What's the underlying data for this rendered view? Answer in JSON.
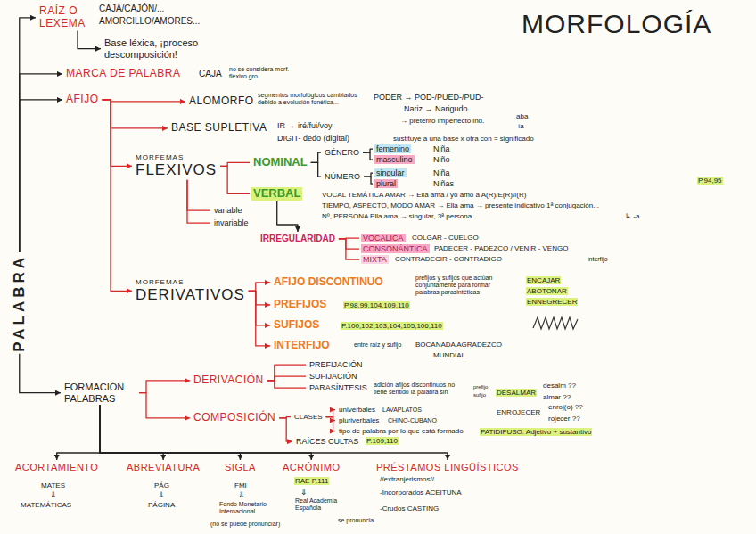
{
  "diagram": {
    "title": "MORFOLOGÍA",
    "nodes": [
      {
        "text": [
          "PALABRA"
        ]
      },
      {
        "text": [
          "RAÍZ O LEXEMA"
        ]
      },
      {
        "text": [
          "Base léxica, ¡proceso descomposición!"
        ]
      },
      {
        "text": [
          "MARCA DE PALABRA"
        ]
      },
      {
        "text": [
          "AFIJO"
        ]
      },
      {
        "text": [
          "ALOMORFO"
        ]
      },
      {
        "text": [
          "BASE SUPLETIVA"
        ]
      },
      {
        "text": [
          "MORFEMAS",
          "FLEXIVOS"
        ]
      },
      {
        "text": [
          "NOMINAL"
        ]
      },
      {
        "text": [
          "GÉNERO"
        ]
      },
      {
        "text": [
          "NÚMERO"
        ]
      },
      {
        "text": [
          "femenino"
        ]
      },
      {
        "text": [
          "masculino"
        ]
      },
      {
        "text": [
          "singular"
        ]
      },
      {
        "text": [
          "plural"
        ]
      },
      {
        "text": [
          "VERBAL"
        ]
      },
      {
        "text": [
          "variable"
        ]
      },
      {
        "text": [
          "invariable"
        ]
      },
      {
        "text": [
          "IRREGULARIDAD"
        ]
      },
      {
        "text": [
          "VOCÁLICA"
        ]
      },
      {
        "text": [
          "CONSONÁNTICA"
        ]
      },
      {
        "text": [
          "MIXTA"
        ]
      },
      {
        "text": [
          "MORFEMAS",
          "DERIVATIVOS"
        ]
      },
      {
        "text": [
          "AFIJO DISCONTINUO"
        ]
      },
      {
        "text": [
          "PREFIJOS"
        ]
      },
      {
        "text": [
          "SUFIJOS"
        ]
      },
      {
        "text": [
          "INTERFIJO"
        ]
      },
      {
        "text": [
          "FORMACIÓN PALABRAS"
        ]
      },
      {
        "text": [
          "DERIVACIÓN"
        ]
      },
      {
        "text": [
          "PREFIJACIÓN"
        ]
      },
      {
        "text": [
          "SUFIJACIÓN"
        ]
      },
      {
        "text": [
          "PARASÍNTESIS"
        ]
      },
      {
        "text": [
          "COMPOSICIÓN"
        ]
      },
      {
        "text": [
          "CLASES"
        ]
      },
      {
        "text": [
          "univerbales"
        ]
      },
      {
        "text": [
          "pluriverbales"
        ]
      },
      {
        "text": [
          "tipo de palabra por lo que está formado"
        ]
      },
      {
        "text": [
          "RAÍCES CULTAS"
        ]
      },
      {
        "text": [
          "ACORTAMIENTO"
        ]
      },
      {
        "text": [
          "ABREVIATURA"
        ]
      },
      {
        "text": [
          "SIGLA"
        ]
      },
      {
        "text": [
          "ACRÓNIMO"
        ]
      },
      {
        "text": [
          "PRÉSTAMOS LINGÜÍSTICOS"
        ]
      }
    ],
    "edges": [
      {
        "from": 0,
        "to": 1,
        "arrow": "to"
      },
      {
        "from": 0,
        "to": 3,
        "arrow": "to"
      },
      {
        "from": 0,
        "to": 4,
        "arrow": "to"
      },
      {
        "from": 0,
        "to": 27,
        "arrow": "to"
      },
      {
        "from": 1,
        "to": 2,
        "arrow": "to"
      },
      {
        "from": 4,
        "to": 5,
        "arrow": "to"
      },
      {
        "from": 4,
        "to": 6,
        "arrow": "to"
      },
      {
        "from": 4,
        "to": 7,
        "arrow": "to"
      },
      {
        "from": 4,
        "to": 22,
        "arrow": "to"
      },
      {
        "from": 7,
        "to": 8,
        "arrow": "none"
      },
      {
        "from": 7,
        "to": 15,
        "arrow": "none"
      },
      {
        "from": 7,
        "to": 16,
        "arrow": "none"
      },
      {
        "from": 7,
        "to": 17,
        "arrow": "none"
      },
      {
        "from": 8,
        "to": 9,
        "arrow": "none"
      },
      {
        "from": 8,
        "to": 10,
        "arrow": "none"
      },
      {
        "from": 9,
        "to": 11,
        "arrow": "none"
      },
      {
        "from": 9,
        "to": 12,
        "arrow": "none"
      },
      {
        "from": 10,
        "to": 13,
        "arrow": "none"
      },
      {
        "from": 10,
        "to": 14,
        "arrow": "none"
      },
      {
        "from": 15,
        "to": 18,
        "arrow": "to"
      },
      {
        "from": 18,
        "to": 19,
        "arrow": "none"
      },
      {
        "from": 18,
        "to": 20,
        "arrow": "none"
      },
      {
        "from": 18,
        "to": 21,
        "arrow": "none"
      },
      {
        "from": 22,
        "to": 23,
        "arrow": "to"
      },
      {
        "from": 22,
        "to": 24,
        "arrow": "to"
      },
      {
        "from": 22,
        "to": 25,
        "arrow": "to"
      },
      {
        "from": 22,
        "to": 26,
        "arrow": "to"
      },
      {
        "from": 27,
        "to": 28,
        "arrow": "to"
      },
      {
        "from": 27,
        "to": 32,
        "arrow": "to"
      },
      {
        "from": 28,
        "to": 29,
        "arrow": "none"
      },
      {
        "from": 28,
        "to": 30,
        "arrow": "none"
      },
      {
        "from": 28,
        "to": 31,
        "arrow": "none"
      },
      {
        "from": 32,
        "to": 33,
        "arrow": "none"
      },
      {
        "from": 33,
        "to": 34,
        "arrow": "to"
      },
      {
        "from": 33,
        "to": 35,
        "arrow": "to"
      },
      {
        "from": 33,
        "to": 36,
        "arrow": "to"
      },
      {
        "from": 32,
        "to": 37,
        "arrow": "to"
      },
      {
        "from": 27,
        "to": 38,
        "arrow": "to"
      },
      {
        "from": 27,
        "to": 39,
        "arrow": "to"
      },
      {
        "from": 27,
        "to": 40,
        "arrow": "to"
      },
      {
        "from": 27,
        "to": 41,
        "arrow": "to"
      },
      {
        "from": 27,
        "to": 42,
        "arrow": "to"
      }
    ],
    "labels": [
      "CAJA/CAJÓN/...",
      "AMORCILLO/AMORES...",
      "CAJA",
      "no se considera morf. flexivo gro.",
      "segmentos morfológicos cambiados debido a evolución fonética...",
      "PODER → POD-/PUED-/PUD-",
      "Nariz → Narigudo",
      "→ pretérito imperfecto ind.",
      "aba",
      "ía",
      "IR → iré/fui/voy",
      "DIGIT- dedo (digital)",
      "sustituye a una base x otra con = significado",
      "Niña",
      "Niño",
      "Niña",
      "Niñas",
      "P.94,95",
      "VOCAL TEMÁTICA AMAR → Ella ama / yo amo a A(R)/E(R)/I(R)",
      "TIEMPO, ASPECTO, MODO AMAR → Ella ama → presente indicativo 1ª conjugación...",
      "↳ -a",
      "Nº, PERSONA Ella ama → singular, 3ª persona",
      "COLGAR - CUELGO",
      "PADECER - PADEZCO / VENIR - VENGO",
      "CONTRADECIR - CONTRADIGO",
      "interfijo",
      "prefijos y sufijos que actúan conjuntamente para formar palabras parasintéticas",
      "ENCAJAR",
      "ABOTONAR",
      "ENNEGRECER",
      "P.98,99,104,109,110",
      "P.100,102,103,104,105,106,110",
      "entre raíz y sufijo",
      "BOCANADA AGRADEZCO",
      "MUNDIAL",
      "adición afijos discontinuos no tiene sentido la palabra sin",
      "prefijo",
      "sufijo",
      "DESALMAR",
      "desalm ??",
      "almar ??",
      "ENROJECER",
      "enroj(o) ??",
      "rojecer ??",
      "LAVAPLATOS",
      "CHINO-CUBANO",
      "PATIDIFUSO: Adjetivo + sustantivo",
      "P.109,110",
      "MATES",
      "⇓",
      "MATEMÁTICAS",
      "PÁG",
      "⇓",
      "PÁGINA",
      "FMI",
      "⇓",
      "Fondo Monetario Internacional",
      "(no se puede pronunciar)",
      "RAE P.111",
      "⇓",
      "Real Academia Española",
      "se pronuncia",
      "//extranjerismos//",
      "-Incorporados ACEITUNA",
      "-Crudos CASTING"
    ]
  }
}
